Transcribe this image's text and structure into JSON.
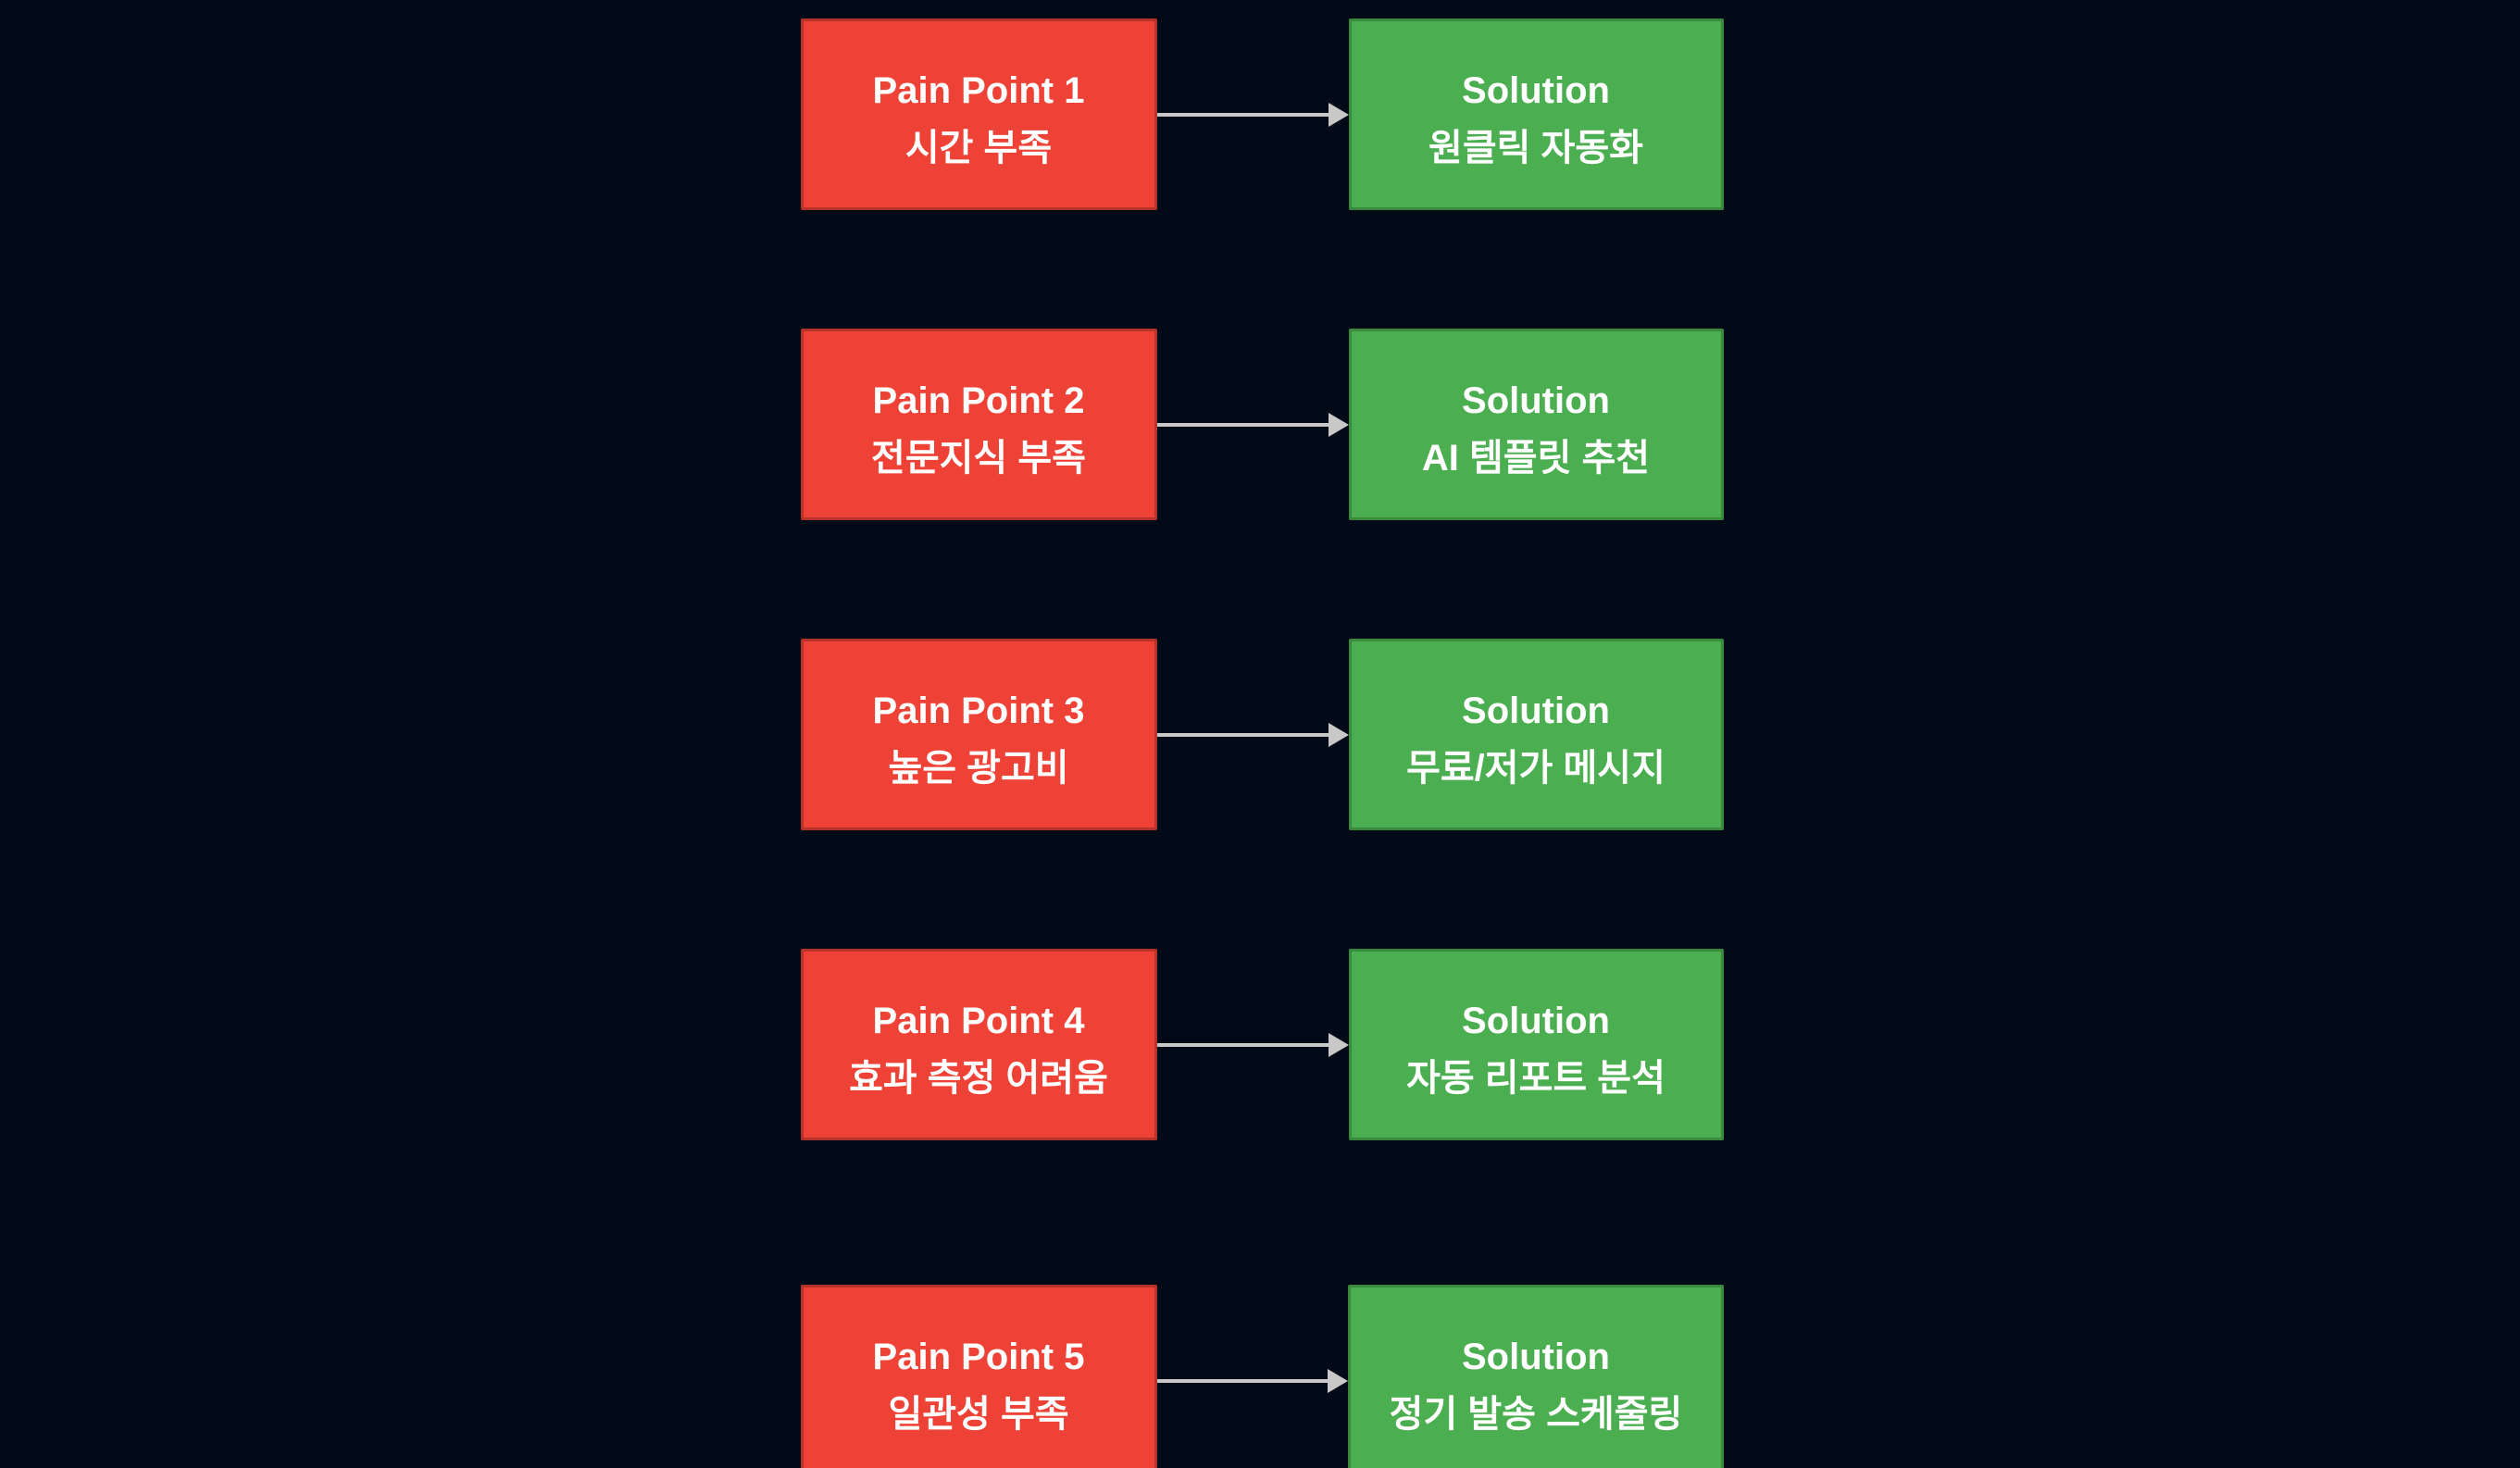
{
  "rows": [
    {
      "pain": {
        "title": "Pain Point 1",
        "label": "시간 부족"
      },
      "solution": {
        "title": "Solution",
        "label": "원클릭 자동화"
      }
    },
    {
      "pain": {
        "title": "Pain Point 2",
        "label": "전문지식 부족"
      },
      "solution": {
        "title": "Solution",
        "label": "AI 템플릿 추천"
      }
    },
    {
      "pain": {
        "title": "Pain Point 3",
        "label": "높은 광고비"
      },
      "solution": {
        "title": "Solution",
        "label": "무료/저가 메시지"
      }
    },
    {
      "pain": {
        "title": "Pain Point 4",
        "label": "효과 측정 어려움"
      },
      "solution": {
        "title": "Solution",
        "label": "자동 리포트 분석"
      }
    },
    {
      "pain": {
        "title": "Pain Point 5",
        "label": "일관성 부족"
      },
      "solution": {
        "title": "Solution",
        "label": "정기 발송 스케줄링"
      }
    }
  ],
  "colors": {
    "canvas-bg": "#030a17",
    "pain-bg": "#ee4237",
    "pain-border": "#b53329",
    "solution-bg": "#4bae50",
    "solution-border": "#3a8a3e",
    "arrow": "#c8c8c8",
    "text": "#ffffff"
  }
}
